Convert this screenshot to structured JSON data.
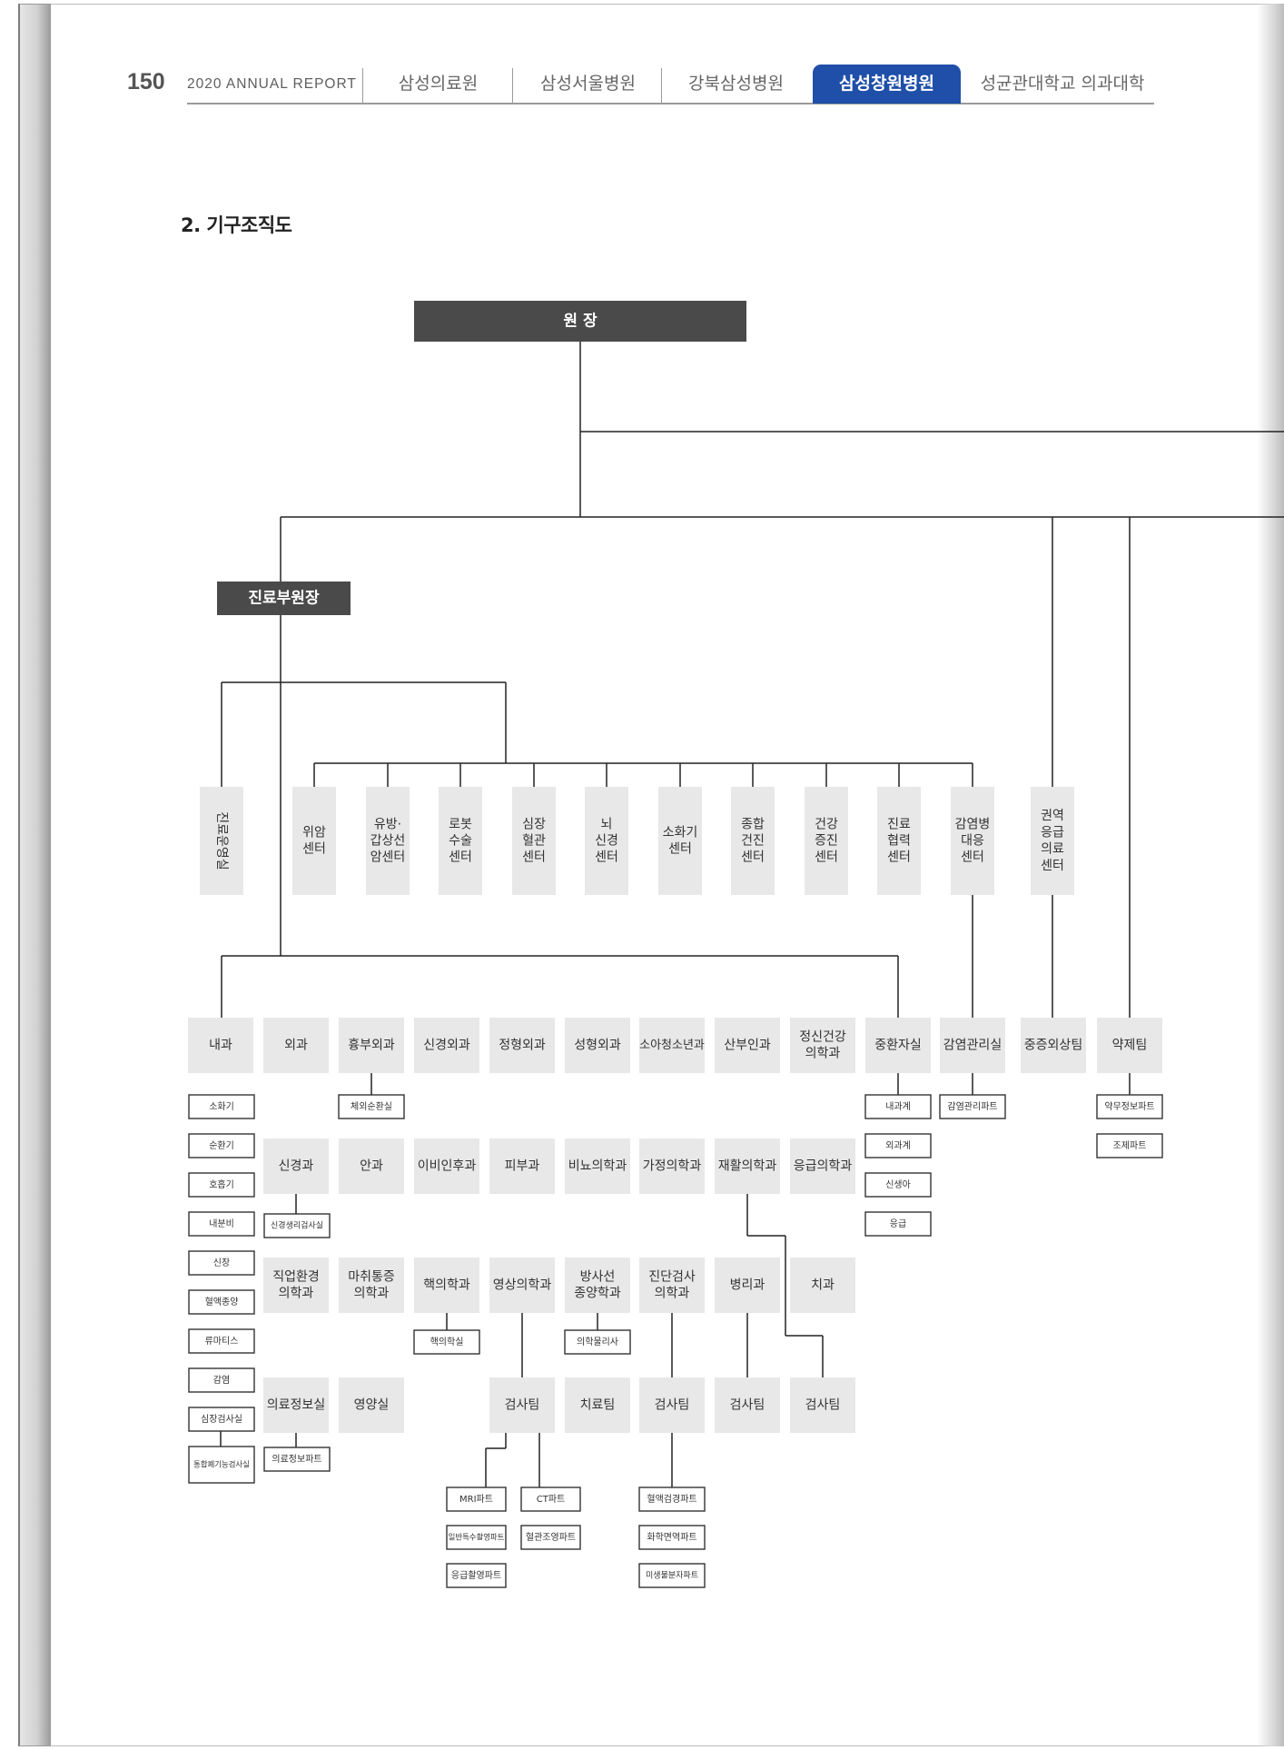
{
  "header": {
    "page_number": "150",
    "report_label": "2020 ANNUAL REPORT",
    "tabs": [
      {
        "label": "삼성의료원",
        "active": false
      },
      {
        "label": "삼성서울병원",
        "active": false
      },
      {
        "label": "강북삼성병원",
        "active": false
      },
      {
        "label": "삼성창원병원",
        "active": true
      },
      {
        "label": "성균관대학교 의과대학",
        "active": false
      }
    ]
  },
  "section_title": "2. 기구조직도",
  "colors": {
    "active_tab": "#1f4fa8",
    "dark_box": "#4b4a4b",
    "light_box": "#e8e8e8"
  },
  "chart_data": {
    "type": "org-chart",
    "nodes": [
      {
        "id": "director",
        "label": "원 장",
        "style": "dark"
      },
      {
        "id": "vp_medical",
        "label": "진료부원장",
        "style": "dark"
      },
      {
        "id": "c_op",
        "label": "진료운영실",
        "style": "vertical"
      },
      {
        "id": "c_cancer",
        "label": "위암\n센터"
      },
      {
        "id": "c_breast",
        "label": "유방·\n갑상선\n암센터"
      },
      {
        "id": "c_robot",
        "label": "로봇\n수술\n센터"
      },
      {
        "id": "c_heart",
        "label": "심장\n혈관\n센터"
      },
      {
        "id": "c_brain",
        "label": "뇌\n신경\n센터"
      },
      {
        "id": "c_digest",
        "label": "소화기\n센터"
      },
      {
        "id": "c_checkup",
        "label": "종합\n건진\n센터"
      },
      {
        "id": "c_health",
        "label": "건강\n증진\n센터"
      },
      {
        "id": "c_coop",
        "label": "진료\n협력\n센터"
      },
      {
        "id": "c_infect",
        "label": "감염병\n대응\n센터"
      },
      {
        "id": "c_emer",
        "label": "권역\n응급\n의료\n센터"
      },
      {
        "id": "d_im",
        "label": "내과"
      },
      {
        "id": "d_gs",
        "label": "외과"
      },
      {
        "id": "d_ts",
        "label": "흉부외과"
      },
      {
        "id": "d_ns",
        "label": "신경외과"
      },
      {
        "id": "d_os",
        "label": "정형외과"
      },
      {
        "id": "d_ps",
        "label": "성형외과"
      },
      {
        "id": "d_ped",
        "label": "소아청소년과"
      },
      {
        "id": "d_obgy",
        "label": "산부인과"
      },
      {
        "id": "d_psy",
        "label": "정신건강\n의학과"
      },
      {
        "id": "d_icu",
        "label": "중환자실"
      },
      {
        "id": "d_ic",
        "label": "감염관리실"
      },
      {
        "id": "d_trauma",
        "label": "중증외상팀"
      },
      {
        "id": "d_pharm",
        "label": "약제팀"
      },
      {
        "id": "d_neuro",
        "label": "신경과"
      },
      {
        "id": "d_eye",
        "label": "안과"
      },
      {
        "id": "d_ent",
        "label": "이비인후과"
      },
      {
        "id": "d_derm",
        "label": "피부과"
      },
      {
        "id": "d_uro",
        "label": "비뇨의학과"
      },
      {
        "id": "d_fm",
        "label": "가정의학과"
      },
      {
        "id": "d_rehab",
        "label": "재활의학과"
      },
      {
        "id": "d_em",
        "label": "응급의학과"
      },
      {
        "id": "d_oem",
        "label": "직업환경\n의학과"
      },
      {
        "id": "d_anes",
        "label": "마취통증\n의학과"
      },
      {
        "id": "d_nm",
        "label": "핵의학과"
      },
      {
        "id": "d_rad",
        "label": "영상의학과"
      },
      {
        "id": "d_ro",
        "label": "방사선\n종양학과"
      },
      {
        "id": "d_lab",
        "label": "진단검사\n의학과"
      },
      {
        "id": "d_path",
        "label": "병리과"
      },
      {
        "id": "d_dent",
        "label": "치과"
      },
      {
        "id": "d_mi",
        "label": "의료정보실"
      },
      {
        "id": "d_nutri",
        "label": "영양실"
      },
      {
        "id": "t_rad",
        "label": "검사팀"
      },
      {
        "id": "t_ro",
        "label": "치료팀"
      },
      {
        "id": "t_lab",
        "label": "검사팀"
      },
      {
        "id": "t_path",
        "label": "검사팀"
      },
      {
        "id": "t_rehab",
        "label": "검사팀"
      },
      {
        "id": "s_im1",
        "label": "소화기"
      },
      {
        "id": "s_im2",
        "label": "순환기"
      },
      {
        "id": "s_im3",
        "label": "호흡기"
      },
      {
        "id": "s_im4",
        "label": "내분비"
      },
      {
        "id": "s_im5",
        "label": "신장"
      },
      {
        "id": "s_im6",
        "label": "혈액종양"
      },
      {
        "id": "s_im7",
        "label": "류마티스"
      },
      {
        "id": "s_im8",
        "label": "감염"
      },
      {
        "id": "s_im9",
        "label": "심장검사실"
      },
      {
        "id": "s_im10",
        "label": "통합폐기능검사실"
      },
      {
        "id": "s_ts",
        "label": "체외순환실"
      },
      {
        "id": "s_neuro",
        "label": "신경생리검사실"
      },
      {
        "id": "s_icu1",
        "label": "내과계"
      },
      {
        "id": "s_icu2",
        "label": "외과계"
      },
      {
        "id": "s_icu3",
        "label": "신생아"
      },
      {
        "id": "s_icu4",
        "label": "응급"
      },
      {
        "id": "s_ic",
        "label": "감염관리파트"
      },
      {
        "id": "s_ph1",
        "label": "약무정보파트"
      },
      {
        "id": "s_ph2",
        "label": "조제파트"
      },
      {
        "id": "s_nm",
        "label": "핵의학실"
      },
      {
        "id": "s_ro",
        "label": "의학물리사"
      },
      {
        "id": "s_mi",
        "label": "의료정보파트"
      },
      {
        "id": "s_rad1",
        "label": "MRI파트"
      },
      {
        "id": "s_rad2",
        "label": "일반특수촬영파트"
      },
      {
        "id": "s_rad3",
        "label": "응급촬영파트"
      },
      {
        "id": "s_rad4",
        "label": "CT파트"
      },
      {
        "id": "s_rad5",
        "label": "혈관조영파트"
      },
      {
        "id": "s_lab1",
        "label": "혈액검경파트"
      },
      {
        "id": "s_lab2",
        "label": "화학면역파트"
      },
      {
        "id": "s_lab3",
        "label": "미생물분자파트"
      }
    ]
  }
}
